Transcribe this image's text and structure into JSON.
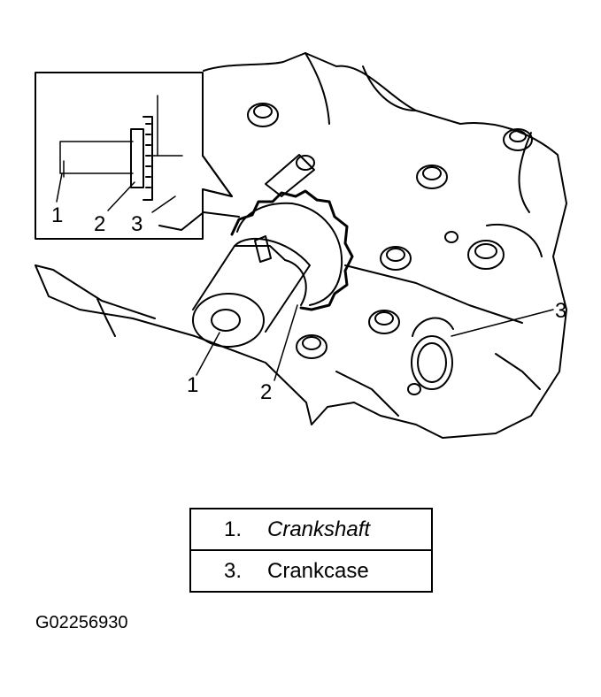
{
  "callouts": {
    "inset": [
      "1",
      "2",
      "3"
    ],
    "main": [
      "1",
      "2",
      "3"
    ]
  },
  "legend": [
    {
      "number": "1.",
      "text": "Crankshaft",
      "style": "italic"
    },
    {
      "number": "3.",
      "text": "Crankcase",
      "style": "normal"
    }
  ],
  "figure_code": "G02256930",
  "colors": {
    "ink": "#000000",
    "paper": "#ffffff"
  }
}
